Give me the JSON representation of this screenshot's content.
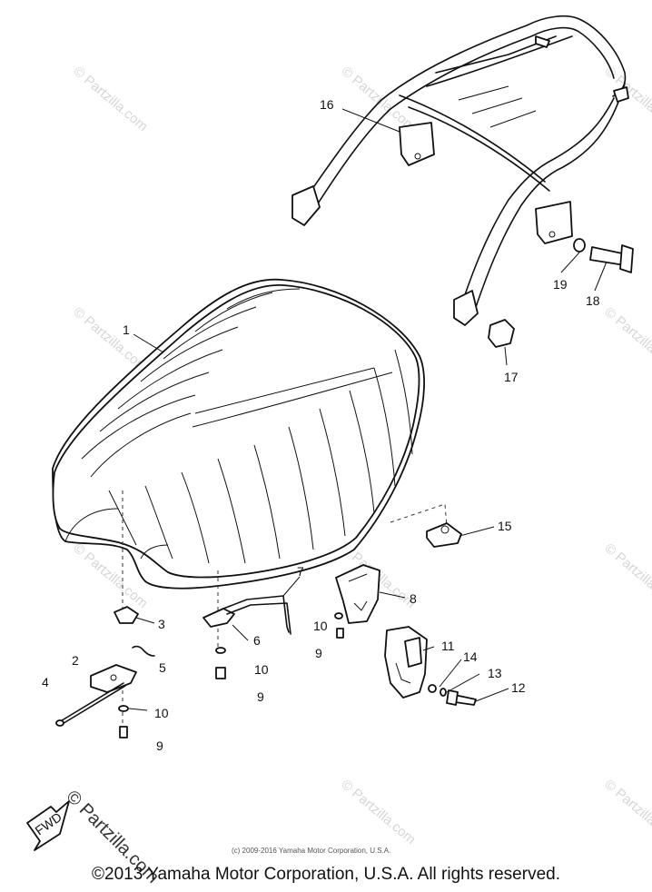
{
  "diagram": {
    "callouts": {
      "c1": "1",
      "c2": "2",
      "c3": "3",
      "c4": "4",
      "c5": "5",
      "c6": "6",
      "c7": "7",
      "c8": "8",
      "c9a": "9",
      "c9b": "9",
      "c9c": "9",
      "c10a": "10",
      "c10b": "10",
      "c10c": "10",
      "c11": "11",
      "c12": "12",
      "c13": "13",
      "c14": "14",
      "c15": "15",
      "c16": "16",
      "c17": "17",
      "c18": "18",
      "c19": "19"
    },
    "fwd_label": "FWD",
    "watermark": "© Partzilla.com"
  },
  "small_copyright": "(c) 2009-2016 Yamaha Motor Corporation, U.S.A.",
  "logo_text": "© Partzilla.com",
  "footer": "©2013 Yamaha Motor Corporation, U.S.A. All rights reserved."
}
